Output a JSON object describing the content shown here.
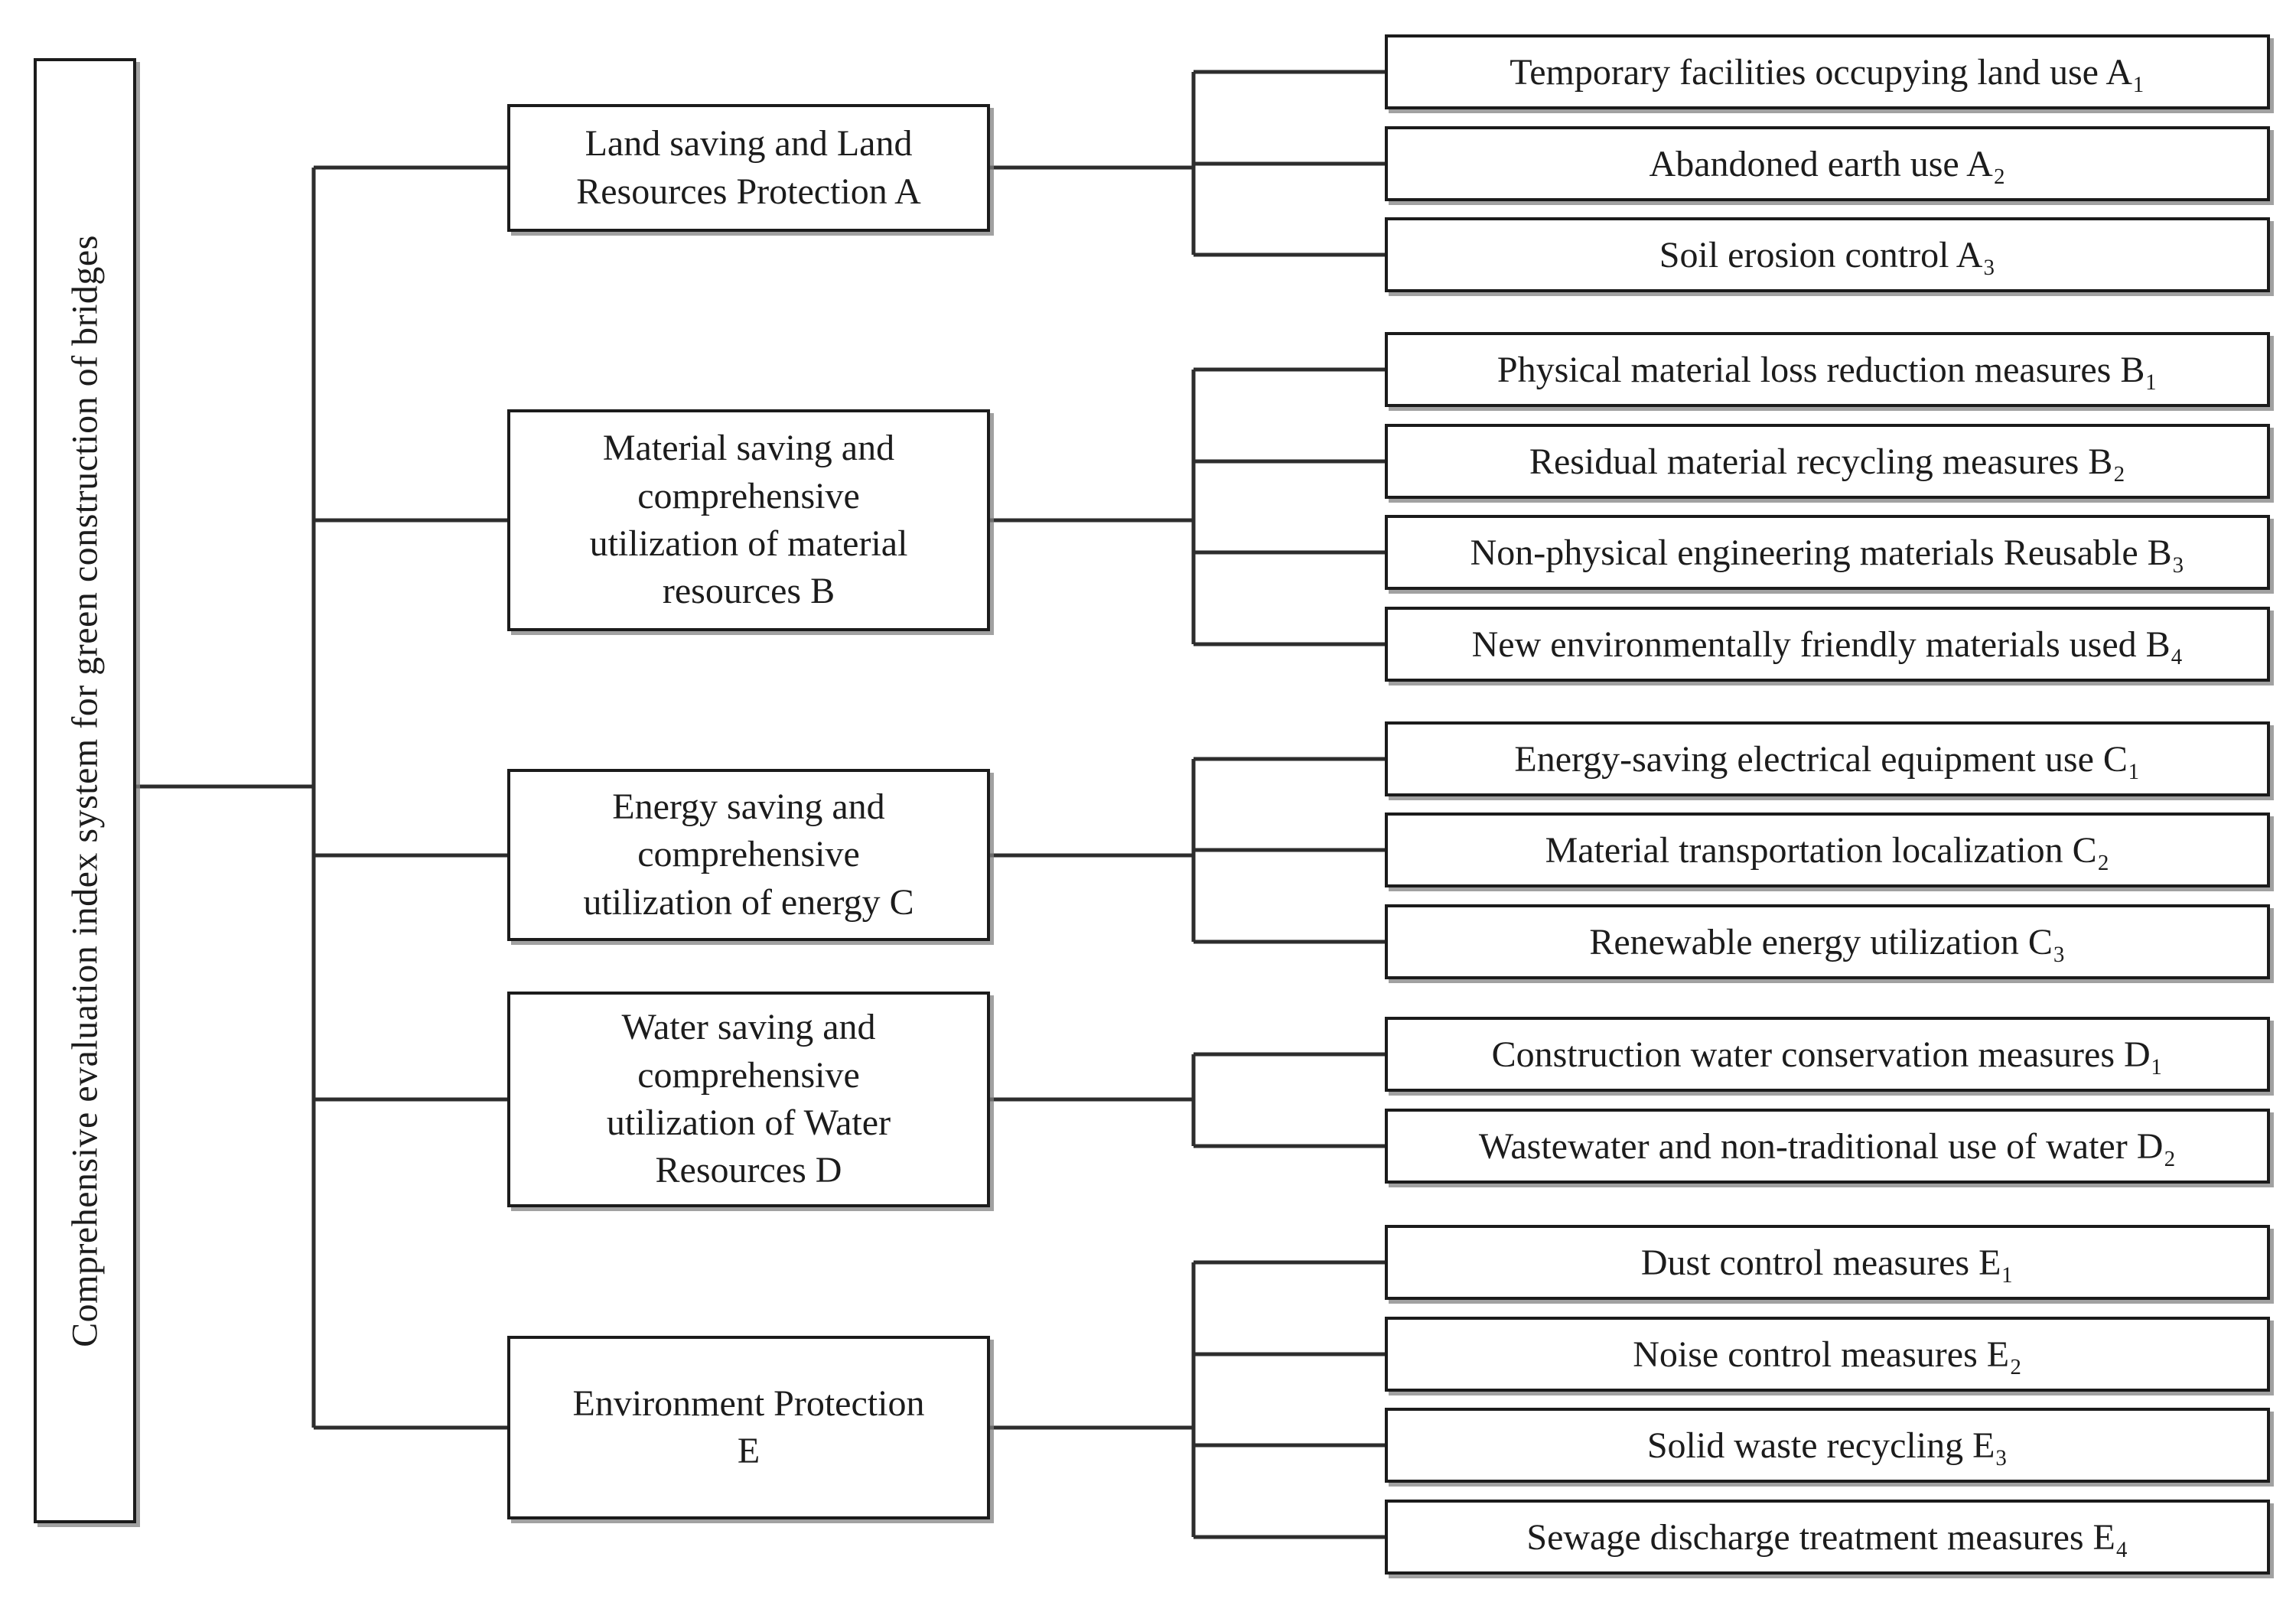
{
  "palette": {
    "ink": "#1c1c1c",
    "line": "#2d2d2d",
    "paper": "#ffffff",
    "shadow": "#828282"
  },
  "tree": {
    "root": {
      "label": "Comprehensive evaluation index system for green construction of bridges"
    },
    "categories": [
      {
        "id": "A",
        "label": "Land saving and Land\nResources Protection A",
        "children": [
          {
            "label": "Temporary facilities occupying land use A₁"
          },
          {
            "label": "Abandoned earth use A₂"
          },
          {
            "label": "Soil erosion control A₃"
          }
        ]
      },
      {
        "id": "B",
        "label": "Material saving and\ncomprehensive\nutilization of material\nresources B",
        "children": [
          {
            "label": "Physical material loss reduction measures B₁"
          },
          {
            "label": "Residual material recycling measures B₂"
          },
          {
            "label": "Non-physical engineering materials Reusable B₃"
          },
          {
            "label": "New environmentally friendly materials used B₄"
          }
        ]
      },
      {
        "id": "C",
        "label": "Energy saving and\ncomprehensive\nutilization of energy C",
        "children": [
          {
            "label": "Energy-saving electrical equipment use C₁"
          },
          {
            "label": "Material transportation localization C₂"
          },
          {
            "label": "Renewable energy utilization C₃"
          }
        ]
      },
      {
        "id": "D",
        "label": "Water saving and\ncomprehensive\nutilization of Water\nResources D",
        "children": [
          {
            "label": "Construction water conservation measures D₁"
          },
          {
            "label": "Wastewater and non-traditional use of water D₂"
          }
        ]
      },
      {
        "id": "E",
        "label": "Environment Protection\nE",
        "children": [
          {
            "label": "Dust control measures E₁"
          },
          {
            "label": "Noise control measures E₂"
          },
          {
            "label": "Solid waste recycling E₃"
          },
          {
            "label": "Sewage discharge treatment measures E₄"
          }
        ]
      }
    ]
  }
}
